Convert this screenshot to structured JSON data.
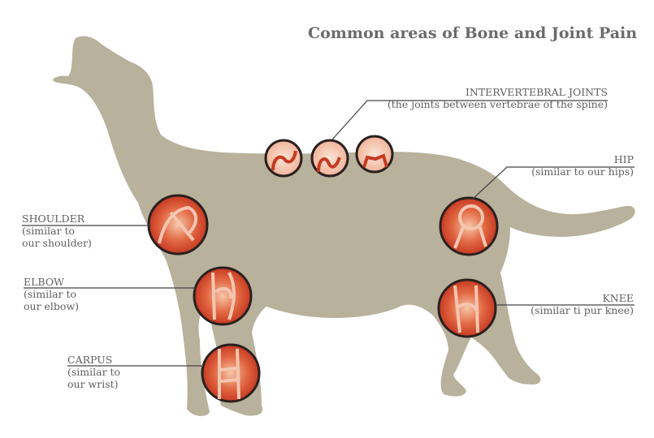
{
  "title": "Common areas of Bone and Joint Pain",
  "colors": {
    "silhouette": "#b8b19b",
    "joint": "#d2452b",
    "ring": "#2a2020",
    "line": "#444444",
    "text": "#5f5f5f"
  },
  "labels": {
    "intervertebral": {
      "name": "INTERVERTEBRAL JOINTS",
      "desc": "(the joints between vertebrae of the spine)"
    },
    "hip": {
      "name": "HIP",
      "desc": "(similar to our hips)"
    },
    "shoulder": {
      "name": "SHOULDER",
      "desc1": "(similar to",
      "desc2": "our shoulder)"
    },
    "elbow": {
      "name": "ELBOW",
      "desc1": "(similar to",
      "desc2": "our elbow)"
    },
    "knee": {
      "name": "KNEE",
      "desc": "(similar ti pur knee)"
    },
    "carpus": {
      "name": "CARPUS",
      "desc1": "(similar to",
      "desc2": "our wrist)"
    }
  }
}
